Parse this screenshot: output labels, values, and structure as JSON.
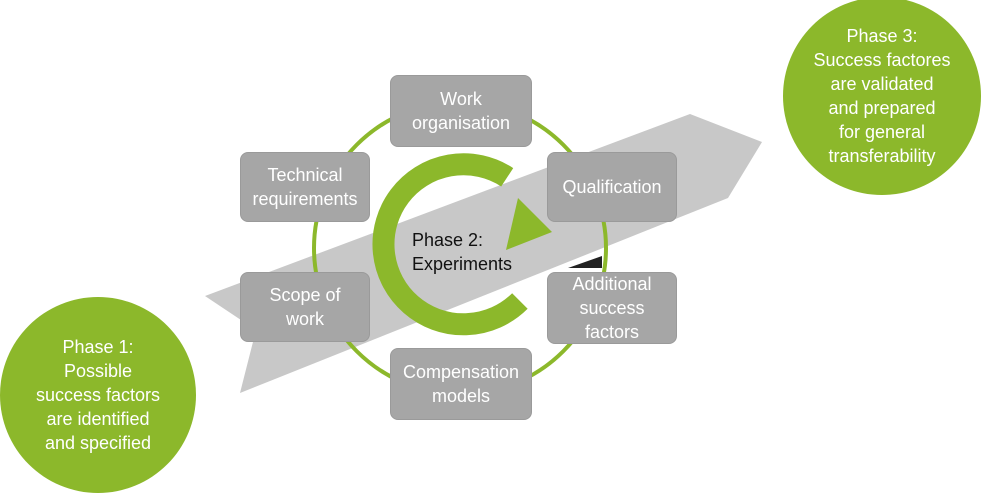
{
  "colors": {
    "accent_green": "#8cb82b",
    "box_gray": "#a6a6a6",
    "arrow_gray": "#c8c8c8",
    "text_white": "#ffffff",
    "text_dark": "#111111"
  },
  "phases": {
    "phase1": "Phase 1:\nPossible\nsuccess factors\nare identified\nand specified",
    "phase2": "Phase 2:\nExperiments",
    "phase3": "Phase 3:\nSuccess factores\nare validated\nand prepared\nfor general\ntransferability"
  },
  "factors": {
    "work_organisation": "Work\norganisation",
    "qualification": "Qualification",
    "additional_success_factors": "Additional\nsuccess\nfactors",
    "compensation_models": "Compensation\nmodels",
    "scope_of_work": "Scope of\nwork",
    "technical_requirements": "Technical\nrequirements"
  },
  "icons": {
    "cycle": "circular-arrow-icon",
    "progress": "diagonal-arrow-icon"
  }
}
